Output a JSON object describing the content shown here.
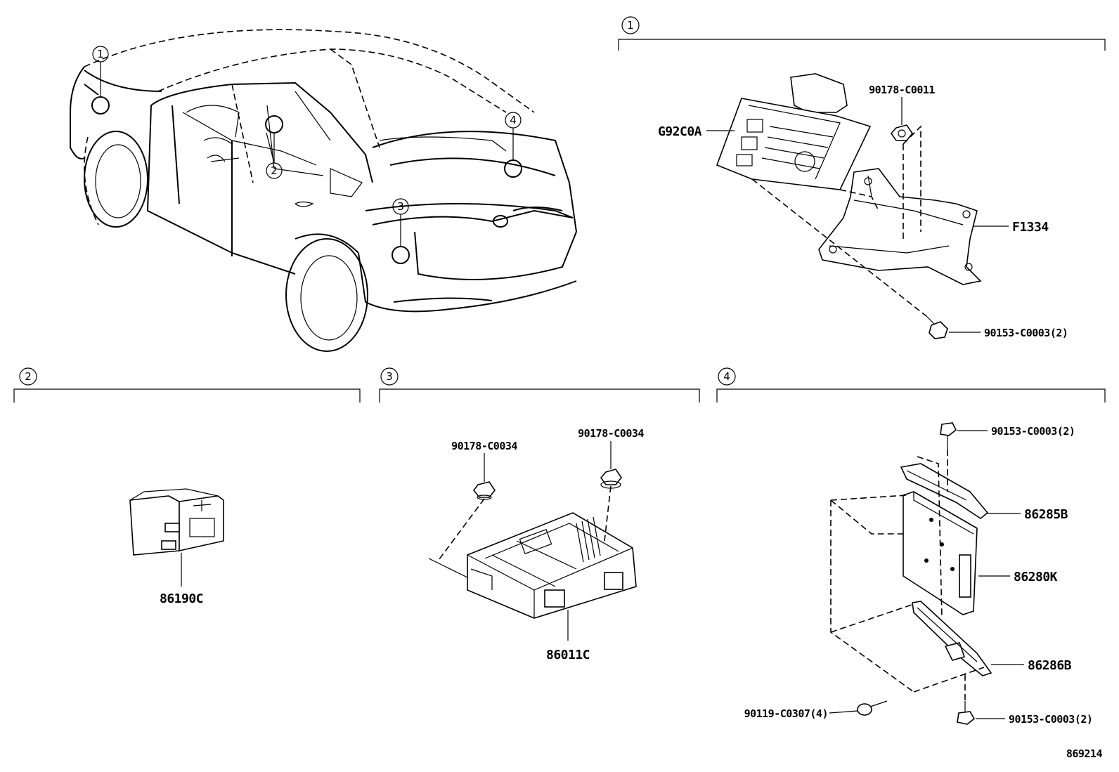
{
  "callouts": {
    "c1": "1",
    "c2": "2",
    "c3": "3",
    "c4": "4"
  },
  "section1": {
    "marker": "1",
    "labels": {
      "ecu": "G92C0A",
      "nut": "90178-C0011",
      "bracket": "F1334",
      "bolt": "90153-C0003(2)"
    }
  },
  "section2": {
    "marker": "2",
    "labels": {
      "usb": "86190C"
    }
  },
  "section3": {
    "marker": "3",
    "labels": {
      "nut_left": "90178-C0034",
      "nut_right": "90178-C0034",
      "amp": "86011C"
    }
  },
  "section4": {
    "marker": "4",
    "labels": {
      "bolt_top": "90153-C0003(2)",
      "bracket_top": "86285B",
      "module": "86280K",
      "bracket_bottom": "86286B",
      "screw": "90119-C0307(4)",
      "bolt_bottom": "90153-C0003(2)"
    }
  },
  "figure_id": "869214"
}
